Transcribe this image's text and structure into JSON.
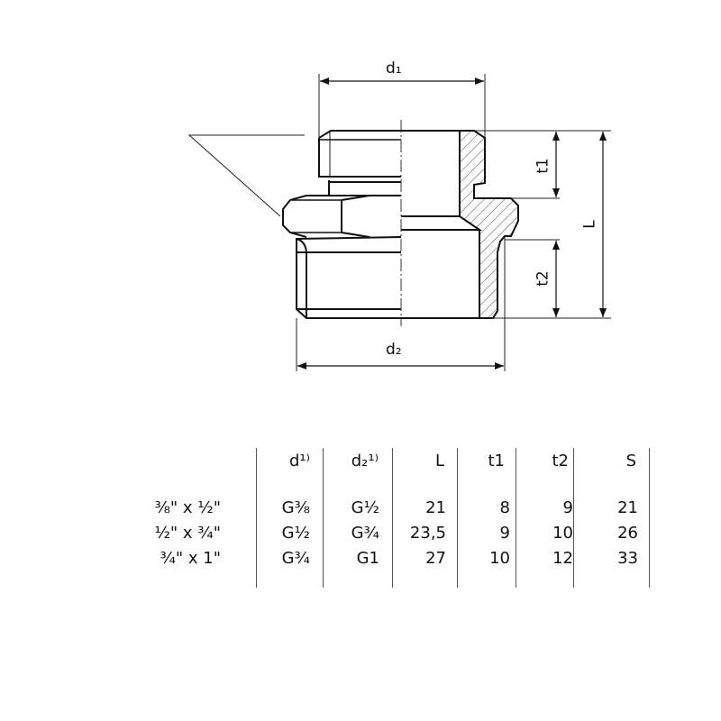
{
  "drawing": {
    "labels": {
      "d1": "d₁",
      "d2": "d₂",
      "t1": "t1",
      "t2": "t2",
      "L": "L"
    }
  },
  "table": {
    "headers": [
      "",
      "d¹⁾",
      "d₂¹⁾",
      "L",
      "t1",
      "t2",
      "S"
    ],
    "rows": [
      [
        "⅜\" x ½\"",
        "G⅜",
        "G½",
        "21",
        "8",
        "9",
        "21"
      ],
      [
        "½\" x ¾\"",
        "G½",
        "G¾",
        "23,5",
        "9",
        "10",
        "26"
      ],
      [
        "¾\" x 1\"",
        "G¾",
        "G1",
        "27",
        "10",
        "12",
        "33"
      ]
    ]
  }
}
